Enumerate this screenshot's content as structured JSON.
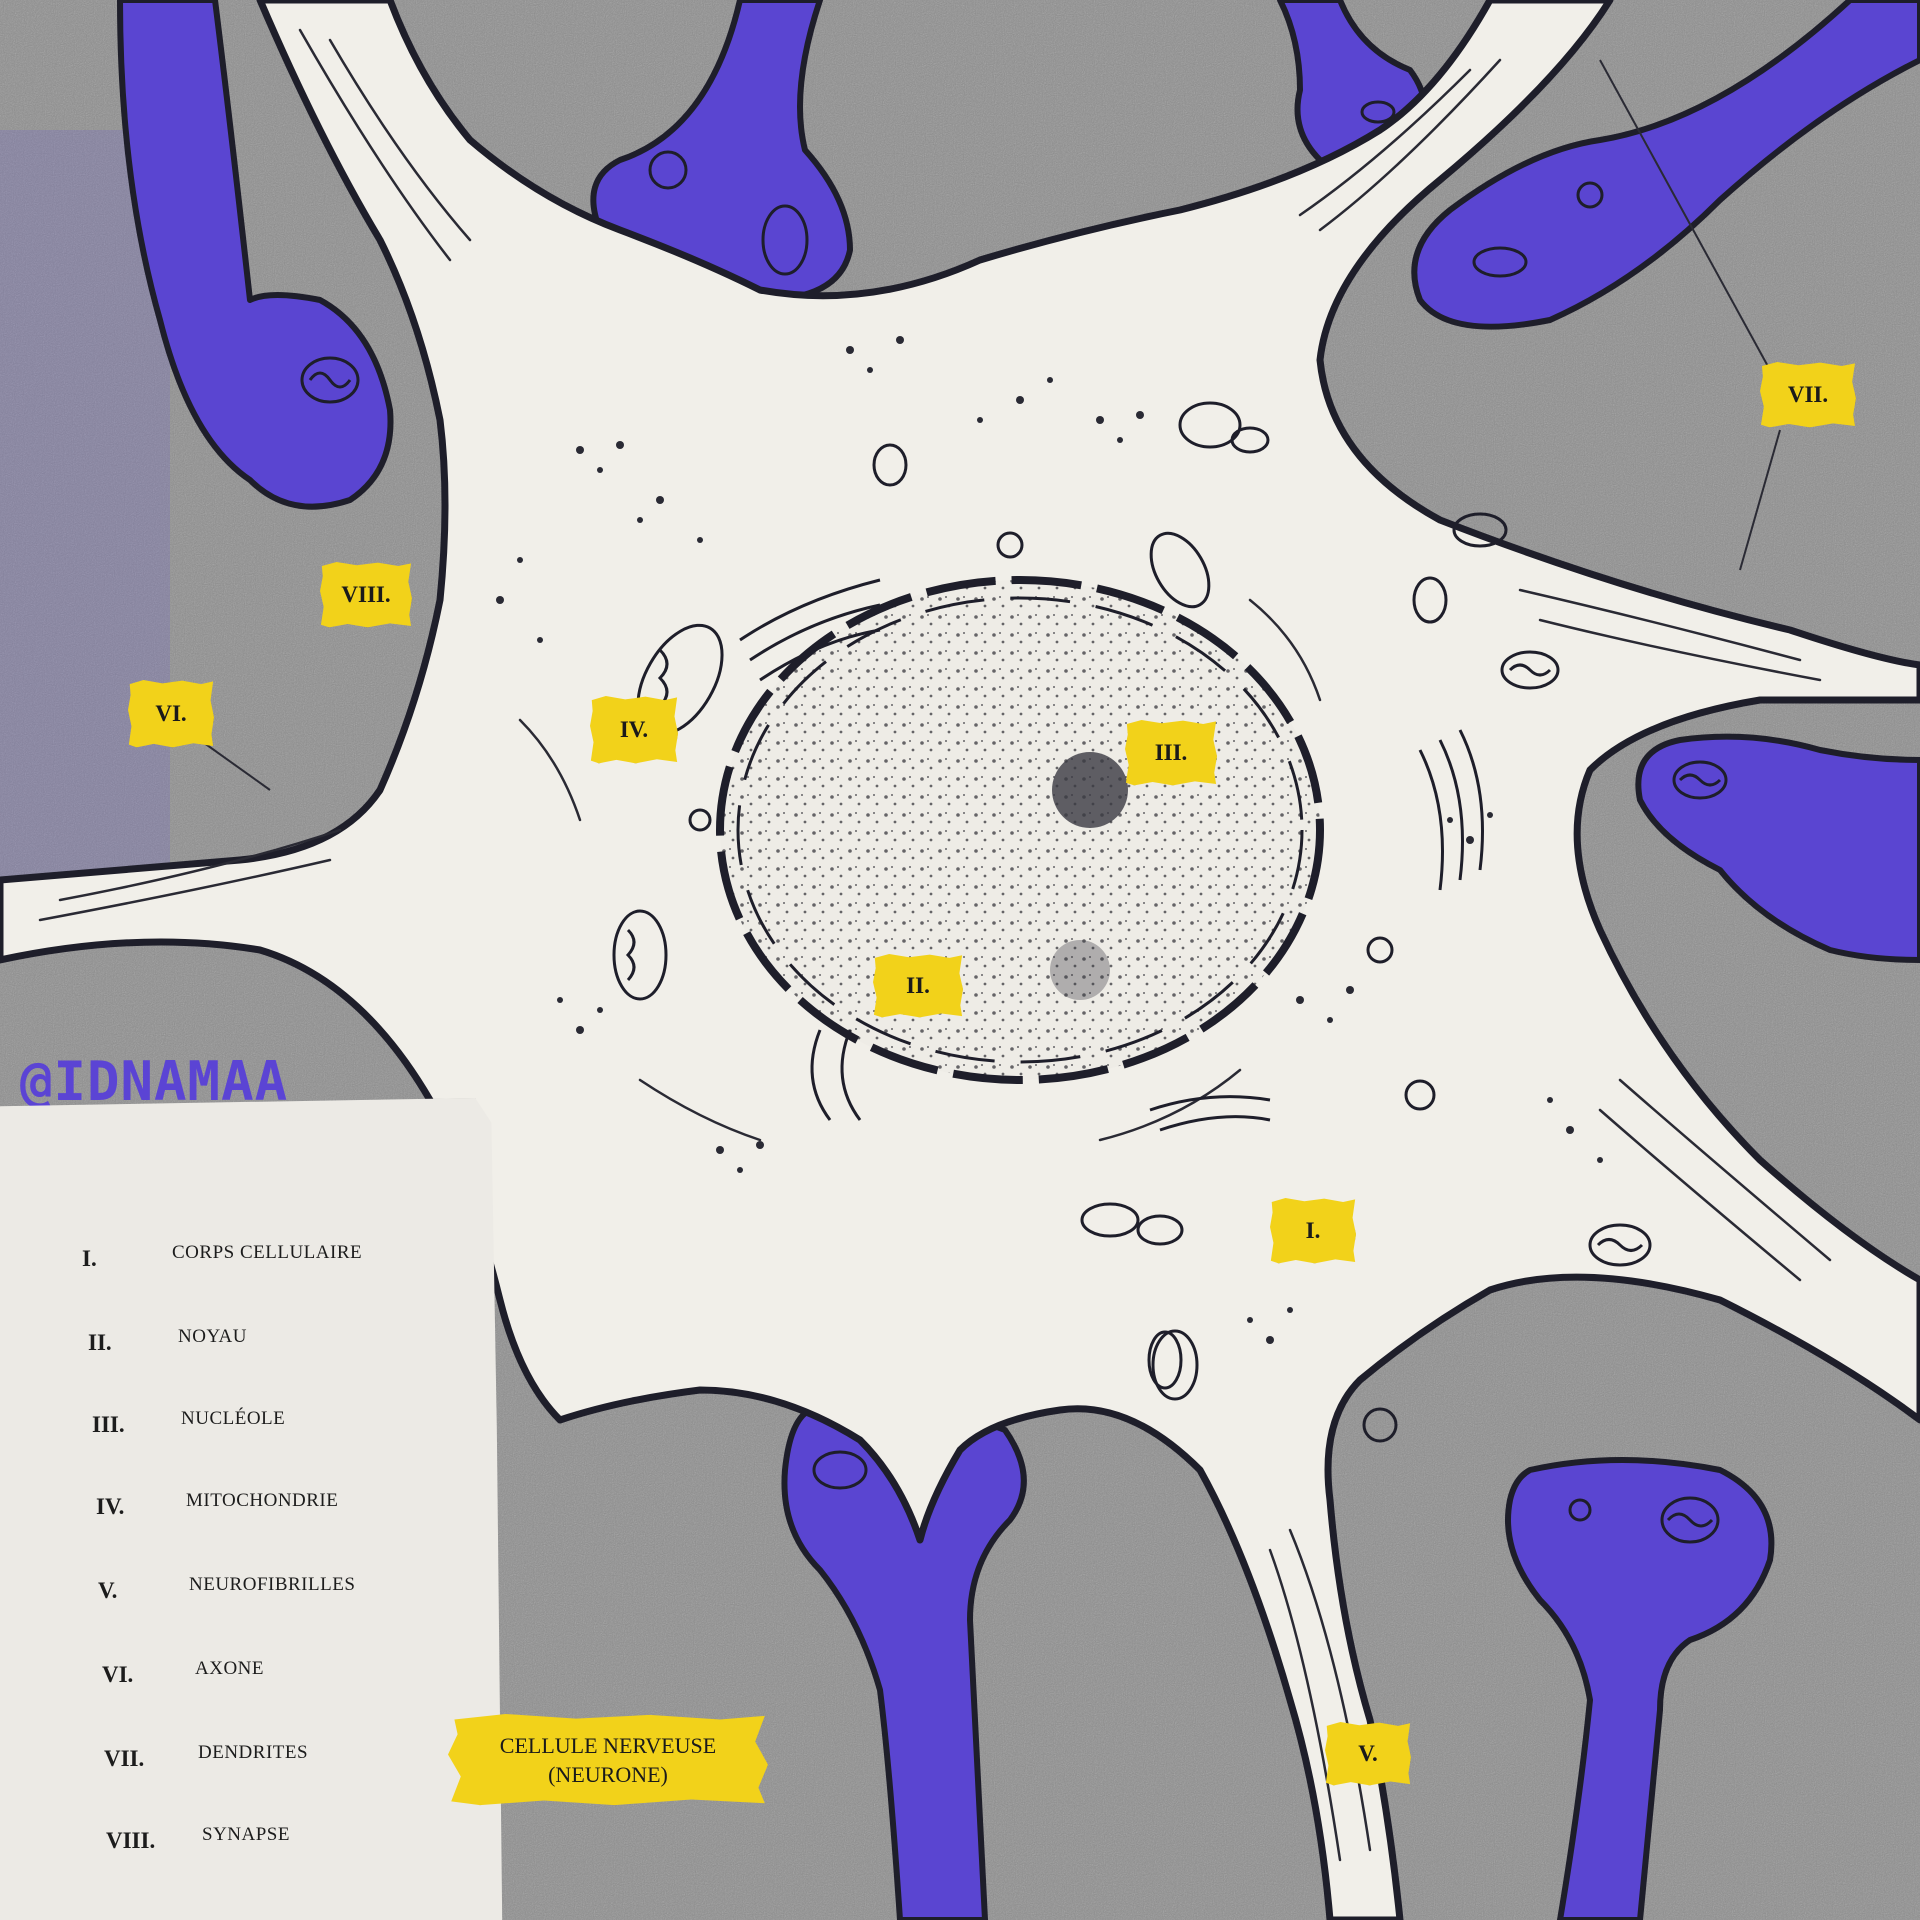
{
  "labels": {
    "I": "I.",
    "II": "II.",
    "III": "III.",
    "IV": "IV.",
    "V": "V.",
    "VI": "VI.",
    "VII": "VII.",
    "VIII": "VIII."
  },
  "legend": [
    {
      "num": "I.",
      "text": "CORPS CELLULAIRE"
    },
    {
      "num": "II.",
      "text": "NOYAU"
    },
    {
      "num": "III.",
      "text": "NUCLÉOLE"
    },
    {
      "num": "IV.",
      "text": "MITOCHONDRIE"
    },
    {
      "num": "V.",
      "text": "NEUROFIBRILLES"
    },
    {
      "num": "VI.",
      "text": "AXONE"
    },
    {
      "num": "VII.",
      "text": "DENDRITES"
    },
    {
      "num": "VIII.",
      "text": "SYNAPSE"
    }
  ],
  "title": {
    "line1": "CELLULE NERVEUSE",
    "line2": "(NEURONE)"
  },
  "handle": "@IDNAMAA",
  "colors": {
    "background": "#8c8c8c",
    "cell": "#f1efe9",
    "synapse": "#5a45d1",
    "label": "#f2d21a",
    "ink": "#1e1e2a"
  }
}
